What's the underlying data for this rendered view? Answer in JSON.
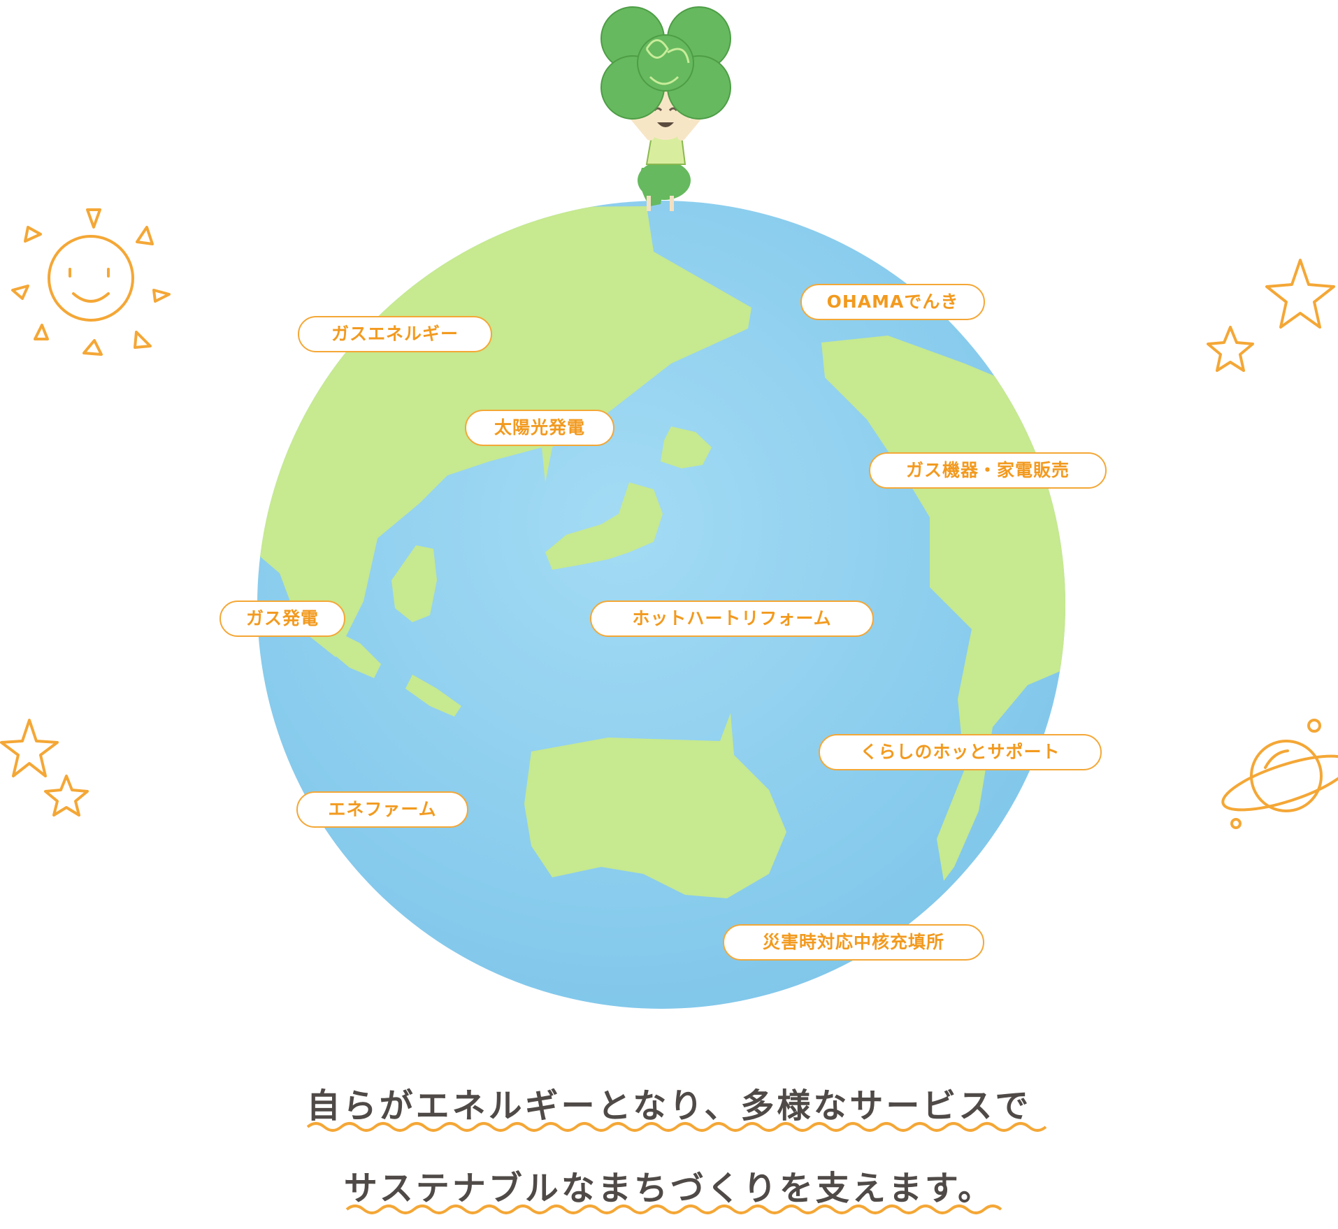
{
  "services": {
    "gas_energy": "ガスエネルギー",
    "ohama_denki": "OHAMAでんき",
    "solar": "太陽光発電",
    "appliances": "ガス機器・家電販売",
    "gas_power": "ガス発電",
    "reform": "ホットハートリフォーム",
    "kurashi_support": "くらしのホッとサポート",
    "enefarm": "エネファーム",
    "disaster_station": "災害時対応中核充填所"
  },
  "tagline": {
    "line1": "自らがエネルギーとなり、多様なサービスで",
    "line2": "サステナブルなまちづくりを支えます。"
  },
  "colors": {
    "accent": "#f4a736",
    "ocean": "#8fd0ef",
    "land": "#c7e98f",
    "clover": "#66b95e",
    "text": "#4f4a47"
  },
  "icons": [
    "sun-icon",
    "star-icon",
    "planet-icon",
    "clover-character"
  ]
}
